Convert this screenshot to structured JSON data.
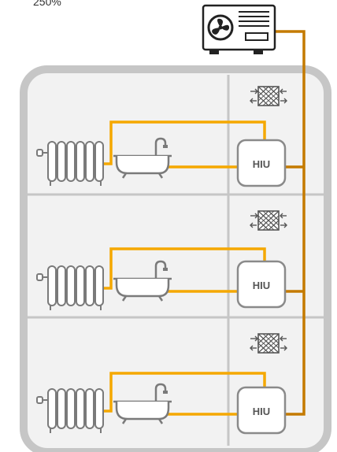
{
  "top_label": "250%",
  "hiu_label": "HIU",
  "floors": [
    {
      "hiu_label": "HIU"
    },
    {
      "hiu_label": "HIU"
    },
    {
      "hiu_label": "HIU"
    }
  ],
  "colors": {
    "background": "#ffffff",
    "building_border": "#c6c6c6",
    "room_fill": "#f2f2f2",
    "divider": "#c6c6c6",
    "pipe_hot": "#f5a800",
    "pipe_primary": "#c47a00",
    "fixture_stroke": "#7a7a7a",
    "hiu_fill": "#ffffff",
    "hiu_stroke": "#8a8a8a"
  },
  "icons": {
    "heat_pump": "heat-pump-icon",
    "radiator": "radiator-icon",
    "bathtub": "bathtub-icon",
    "heat_exchanger": "heat-exchanger-icon",
    "hiu": "hiu-unit-icon"
  }
}
